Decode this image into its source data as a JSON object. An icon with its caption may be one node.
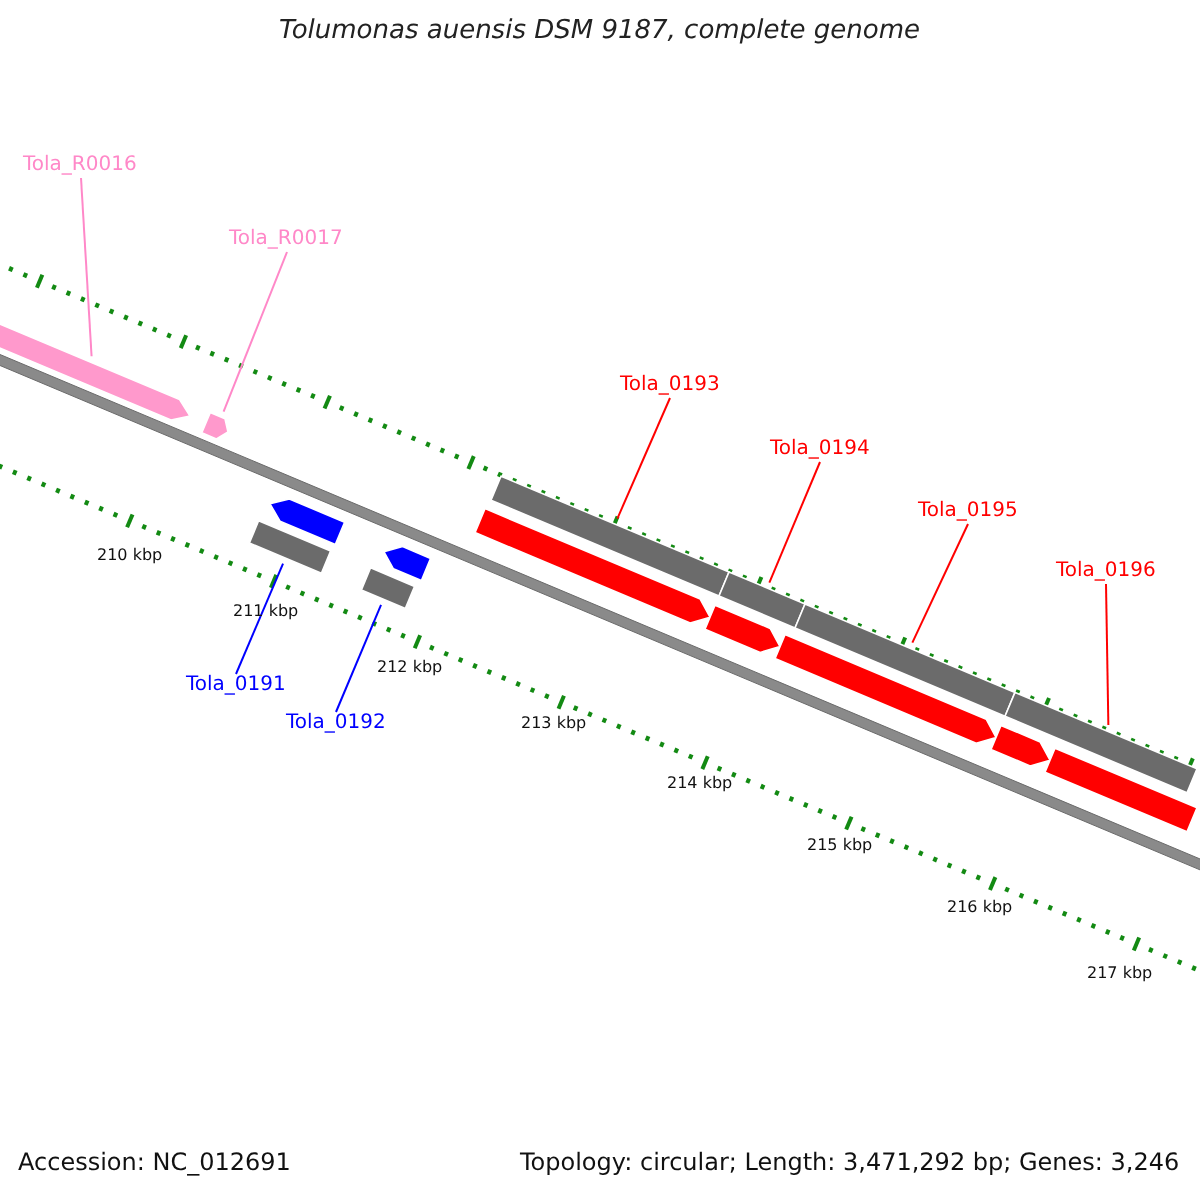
{
  "diagram": {
    "title": "Tolumonas auensis DSM 9187, complete genome",
    "nodes": [
      {
        "text": [
          "Tola_R0016"
        ]
      },
      {
        "text": [
          "Tola_R0017"
        ]
      },
      {
        "text": [
          "Tola_0193"
        ]
      },
      {
        "text": [
          "Tola_0194"
        ]
      },
      {
        "text": [
          "Tola_0195"
        ]
      },
      {
        "text": [
          "Tola_0196"
        ]
      },
      {
        "text": [
          "Tola_0191"
        ]
      },
      {
        "text": [
          "Tola_0192"
        ]
      },
      {
        "text": [],
        "shape": "bar"
      },
      {
        "text": [],
        "shape": "bar"
      },
      {
        "text": [],
        "shape": "bar"
      },
      {
        "text": [],
        "shape": "bar"
      },
      {
        "text": [],
        "shape": "bar"
      },
      {
        "text": [],
        "shape": "bar"
      },
      {
        "text": [],
        "shape": "bar"
      },
      {
        "text": [],
        "shape": "bar"
      },
      {
        "text": [],
        "shape": "bar"
      },
      {
        "text": [],
        "shape": "bar"
      },
      {
        "text": [],
        "shape": "bar"
      },
      {
        "text": [],
        "shape": "bar"
      },
      {
        "text": [],
        "shape": "bar"
      },
      {
        "text": [],
        "shape": "bar"
      },
      {
        "text": [],
        "shape": "bar"
      }
    ],
    "edges": [
      {
        "from": 0,
        "to": 8,
        "arrow": "none",
        "color": "#ff88c8"
      },
      {
        "from": 1,
        "to": 9,
        "arrow": "none",
        "color": "#ff88c8"
      },
      {
        "from": 2,
        "to": 10,
        "arrow": "none"
      },
      {
        "from": 3,
        "to": 11,
        "arrow": "none"
      },
      {
        "from": 4,
        "to": 12,
        "arrow": "none"
      },
      {
        "from": 5,
        "to": 13,
        "arrow": "none"
      },
      {
        "from": 6,
        "to": 14,
        "arrow": "none",
        "color": "#0000ff"
      },
      {
        "from": 7,
        "to": 15,
        "arrow": "none",
        "color": "#0000ff"
      }
    ],
    "labels": [
      "210 kbp",
      "211 kbp",
      "212 kbp",
      "213 kbp",
      "214 kbp",
      "215 kbp",
      "216 kbp",
      "217 kbp",
      "Accession: NC_012691",
      "Topology: circular; Length: 3,471,292 bp; Genes: 3,246"
    ]
  }
}
